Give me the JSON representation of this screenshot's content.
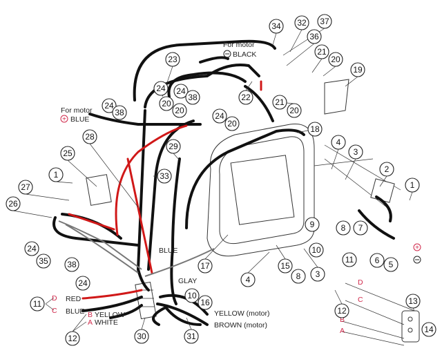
{
  "callouts": [
    "34",
    "32",
    "37",
    "36",
    "21",
    "20",
    "19",
    "23",
    "22",
    "24",
    "38",
    "24",
    "24",
    "38",
    "20",
    "20",
    "24",
    "20",
    "21",
    "20",
    "18",
    "4",
    "3",
    "28",
    "29",
    "33",
    "25",
    "1",
    "27",
    "26",
    "2",
    "1",
    "24",
    "35",
    "38",
    "24",
    "17",
    "9",
    "8",
    "7",
    "10",
    "6",
    "5",
    "4",
    "15",
    "8",
    "3",
    "11",
    "10",
    "16",
    "11",
    "12",
    "30",
    "31",
    "12",
    "13",
    "14"
  ],
  "labels": {
    "motor_plus_for": "For motor",
    "motor_plus_color": "BLUE",
    "motor_minus_for": "For motor",
    "motor_minus_color": "BLACK",
    "blue_mid": "BLUE",
    "glay": "GLAY",
    "red": "RED",
    "blue": "BLUE",
    "yellow": "YELLOW",
    "white": "WHITE",
    "yellow_motor": "YELLOW (motor)",
    "brown_motor": "BROWN (motor)",
    "letter_d": "D",
    "letter_c": "C",
    "letter_b": "B",
    "letter_a": "A",
    "right_d": "D",
    "right_c": "C",
    "right_b": "B",
    "right_a": "A"
  },
  "colors": {
    "red_wire": "#d01818",
    "black_wire": "#111111",
    "letter": "#d0284a"
  }
}
